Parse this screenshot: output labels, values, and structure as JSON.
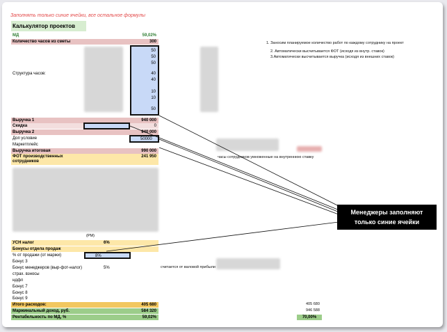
{
  "hint": "Заполнять только синие ячейки, все остальное формулы",
  "title": "Калькулятор проектов",
  "md": {
    "label": "МД",
    "value": "59,02%"
  },
  "hours_from_estimate": {
    "label": "Количество часов из сметы",
    "value": "300"
  },
  "hours_structure_label": "Структура часов:",
  "hours_values": [
    "50",
    "50",
    "50",
    "",
    "40",
    "40",
    "",
    "10",
    "10",
    "",
    "50"
  ],
  "revenue1": {
    "label": "Выручка 1",
    "value": "940 000"
  },
  "discount": {
    "label": "Скидка",
    "value": "0"
  },
  "revenue2": {
    "label": "Выручка 2",
    "value": "940 000"
  },
  "extra_condition": {
    "label": "Доп условие",
    "value": "50000"
  },
  "marketplace": {
    "label": "Маркетплейс"
  },
  "revenue_total": {
    "label": "Выручка итоговая",
    "value": "990 000"
  },
  "fot_prod": {
    "label_line1": "ФОТ производственных",
    "label_line2": "сотрудников",
    "value": "241 950"
  },
  "pm": "(PM)",
  "usn": {
    "label": "УСН налог",
    "value": "6%"
  },
  "bonus_sales_dept": {
    "label": "Бонусы отдела продаж"
  },
  "percent_of_sales": {
    "label": "% от продажи (от маржи)",
    "value": "8%"
  },
  "bonus3": "Бонус 3",
  "bonus_managers": {
    "label": "Бонус менеджеров (выр-фот-налог)",
    "value": "5%"
  },
  "calc_from_gross": "считается от валовой прибыли",
  "insurance": "страх. взносы",
  "ndfl": "ндфл",
  "bonus7": "Бонус 7",
  "bonus8": "Бонус 8",
  "bonus9": "Бонус 9",
  "total_expenses": {
    "label": "Итого расходов:",
    "value": "405 680",
    "right_value": "405 680"
  },
  "margin_income": {
    "label": "Маржинальный доход, руб.",
    "value": "584 320",
    "right_value": "946 588"
  },
  "profitability": {
    "label": "Рентабельность по МД, %",
    "value": "59,02%",
    "right_value": "70,00%"
  },
  "hours_note": "часы сотрудников умноженные на внутреннюю ставку",
  "notes": [
    "1. Заносим планируемое количество работ по каждому сотруднику на проект",
    "2. Автоматически высчитывается ФОТ (исходя из внутр. ставок)",
    "3.Автоматически высчитывается выручка (исходя из внешних ставок)"
  ],
  "callout": {
    "line1": "Менеджеры заполняют",
    "line2": "только синие ячейки"
  }
}
